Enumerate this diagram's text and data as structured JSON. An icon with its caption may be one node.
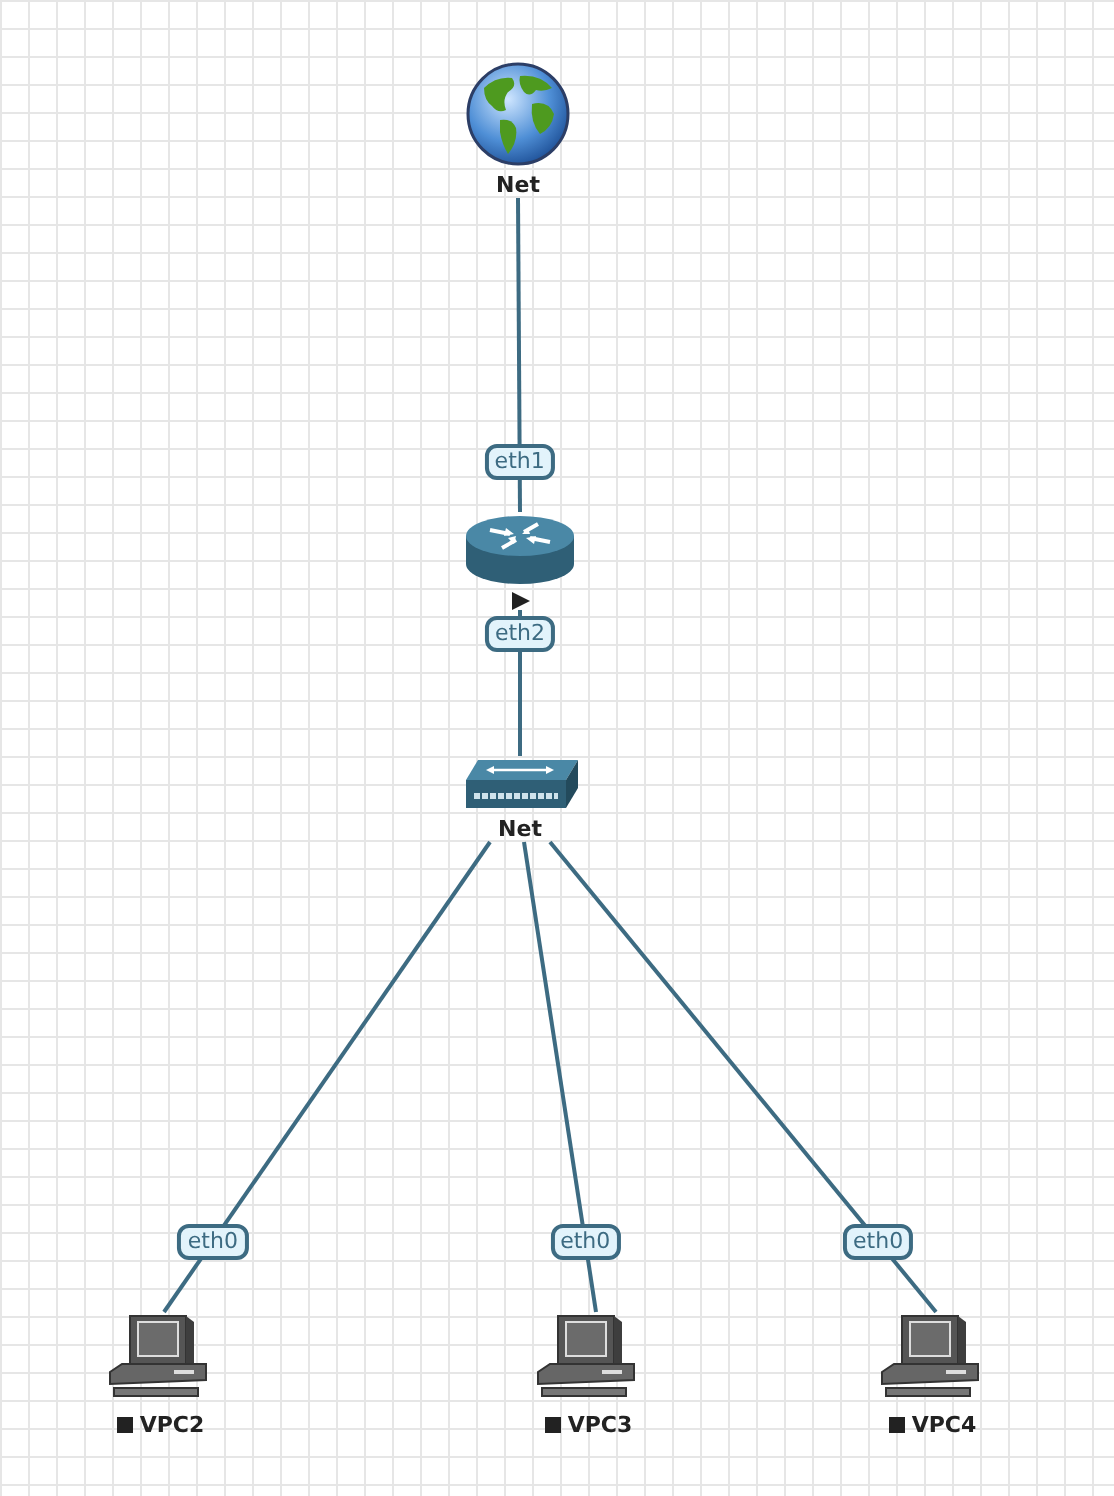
{
  "diagram": {
    "nodes": [
      {
        "text": [
          "Net"
        ]
      },
      {
        "text": [],
        "shape": "cylinder"
      },
      {
        "text": [
          "Net"
        ]
      },
      {
        "text": [
          "VPC2"
        ]
      },
      {
        "text": [
          "VPC3"
        ]
      },
      {
        "text": [
          "VPC4"
        ]
      }
    ],
    "edges": [
      {
        "from": 0,
        "to": 1,
        "arrow": "none",
        "label": "eth1"
      },
      {
        "from": 1,
        "to": 2,
        "arrow": "none",
        "label": "eth2"
      },
      {
        "from": 2,
        "to": 3,
        "arrow": "none",
        "label": "eth0"
      },
      {
        "from": 2,
        "to": 4,
        "arrow": "none",
        "label": "eth0"
      },
      {
        "from": 2,
        "to": 5,
        "arrow": "none",
        "label": "eth0"
      }
    ]
  }
}
